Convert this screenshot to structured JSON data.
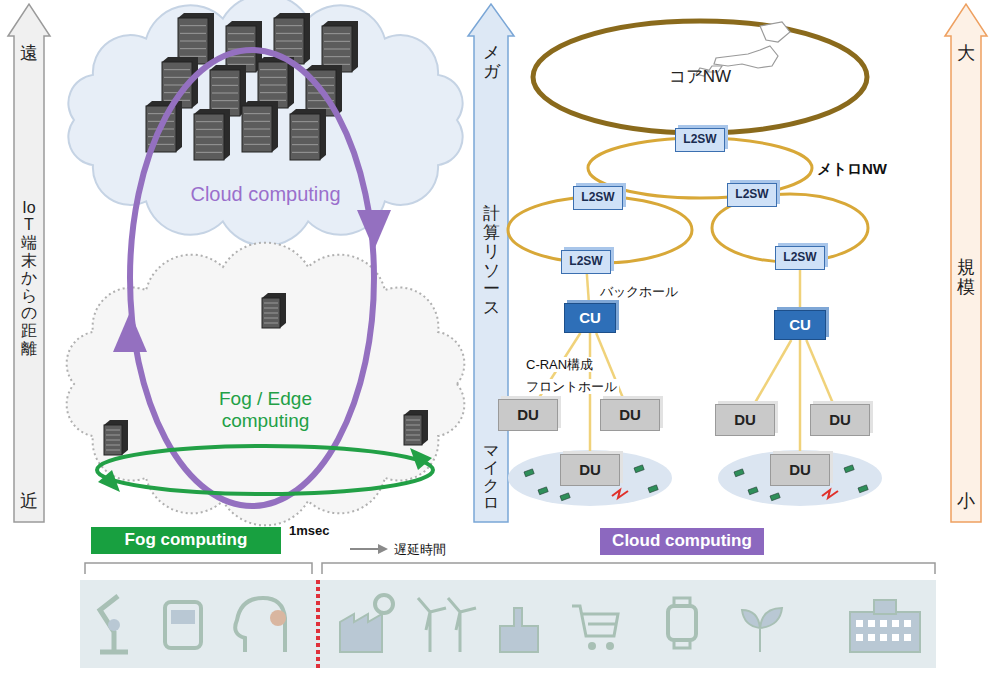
{
  "diagram": {
    "nodes": [
      {
        "text": [
          "遠",
          "IoT端末からの距離",
          "近"
        ]
      },
      {
        "text": [
          "Cloud computing"
        ]
      },
      {
        "text": [
          "Fog / Edge computing"
        ]
      },
      {
        "text": [
          "メガ",
          "計算リソース",
          "マイクロ"
        ]
      },
      {
        "text": [
          "コアNW"
        ]
      },
      {
        "text": [
          "L2SW"
        ]
      },
      {
        "text": [
          "L2SW"
        ]
      },
      {
        "text": [
          "L2SW"
        ]
      },
      {
        "text": [
          "L2SW"
        ]
      },
      {
        "text": [
          "L2SW"
        ]
      },
      {
        "text": [
          "CU"
        ]
      },
      {
        "text": [
          "CU"
        ]
      },
      {
        "text": [
          "DU"
        ]
      },
      {
        "text": [
          "DU"
        ]
      },
      {
        "text": [
          "DU"
        ]
      },
      {
        "text": [
          "DU"
        ]
      },
      {
        "text": [
          "DU"
        ]
      },
      {
        "text": [
          "DU"
        ]
      },
      {
        "text": [
          "大",
          "規模",
          "小"
        ]
      },
      {
        "text": [
          "Fog computing"
        ]
      },
      {
        "text": [
          "Cloud computing"
        ]
      }
    ],
    "edges": [
      {
        "from": 8,
        "to": 10,
        "arrow": "none"
      },
      {
        "from": 10,
        "to": 12,
        "arrow": "none"
      },
      {
        "from": 10,
        "to": 13,
        "arrow": "none"
      },
      {
        "from": 10,
        "to": 14,
        "arrow": "none"
      },
      {
        "from": 9,
        "to": 11,
        "arrow": "none"
      },
      {
        "from": 11,
        "to": 15,
        "arrow": "none"
      },
      {
        "from": 11,
        "to": 16,
        "arrow": "none"
      },
      {
        "from": 11,
        "to": 17,
        "arrow": "none"
      }
    ],
    "labels": [
      "メトロNW",
      "バックホール",
      "C-RAN構成",
      "フロントホール",
      "1msec",
      "遅延時間"
    ]
  }
}
